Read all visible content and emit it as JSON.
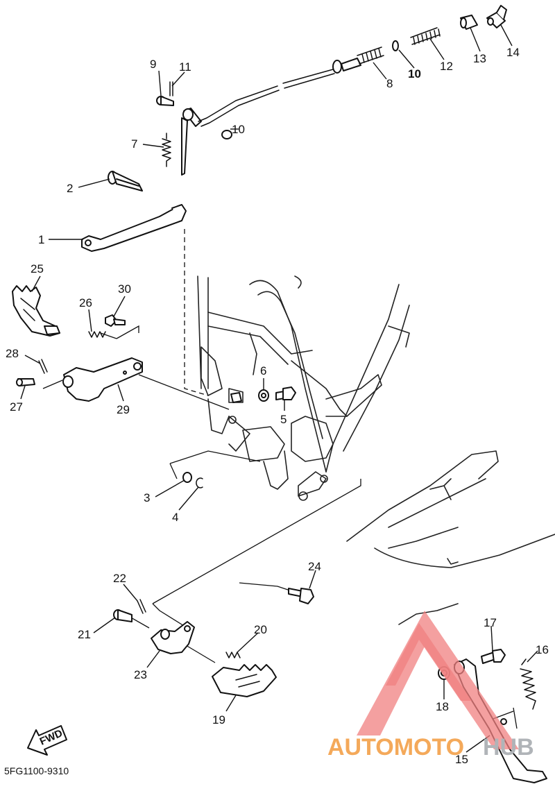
{
  "diagram": {
    "drawing_code": "5FG1100-9310",
    "fwd_label": "FWD",
    "parts": [
      "1",
      "2",
      "3",
      "4",
      "5",
      "6",
      "7",
      "8",
      "9",
      "10",
      "10",
      "11",
      "12",
      "13",
      "14",
      "15",
      "16",
      "17",
      "18",
      "19",
      "20",
      "21",
      "22",
      "23",
      "24",
      "25",
      "26",
      "27",
      "28",
      "29",
      "30"
    ]
  },
  "watermark": {
    "part_a": "AUTOMOTO",
    "part_b": "HUB",
    "color_a": "#f4a95a",
    "color_b": "#b0b4b8",
    "triangle_color": "#f08080"
  }
}
